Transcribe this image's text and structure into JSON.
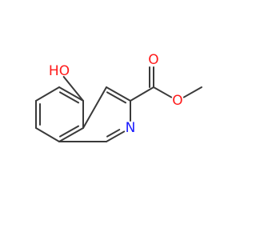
{
  "molecule": {
    "atoms": [
      {
        "id": "c1",
        "element": "C"
      },
      {
        "id": "c2",
        "element": "C"
      },
      {
        "id": "c3",
        "element": "C"
      },
      {
        "id": "c4",
        "element": "C"
      },
      {
        "id": "c5",
        "element": "C"
      },
      {
        "id": "c6",
        "element": "C"
      },
      {
        "id": "c7",
        "element": "C"
      },
      {
        "id": "c8",
        "element": "C"
      },
      {
        "id": "c9",
        "element": "C"
      },
      {
        "id": "n1",
        "element": "N",
        "label": "N",
        "color": "#1a1aff"
      },
      {
        "id": "o5",
        "element": "O",
        "label": "HO",
        "color": "#ff1a1a"
      },
      {
        "id": "cc",
        "element": "C"
      },
      {
        "id": "oc",
        "element": "O",
        "label": "O",
        "color": "#ff1a1a"
      },
      {
        "id": "oe",
        "element": "O",
        "label": "O",
        "color": "#ff1a1a"
      },
      {
        "id": "cme",
        "element": "C"
      }
    ],
    "bonds": [
      {
        "a": "c1",
        "b": "c2",
        "order": 1
      },
      {
        "a": "c2",
        "b": "c3",
        "order": 2
      },
      {
        "a": "c3",
        "b": "c4",
        "order": 1
      },
      {
        "a": "c4",
        "b": "c5",
        "order": 2
      },
      {
        "a": "c5",
        "b": "c6",
        "order": 1
      },
      {
        "a": "c6",
        "b": "c1",
        "order": 2
      },
      {
        "a": "c1",
        "b": "c7",
        "order": 1
      },
      {
        "a": "c7",
        "b": "c8",
        "order": 2
      },
      {
        "a": "c8",
        "b": "n1",
        "order": 1
      },
      {
        "a": "n1",
        "b": "c9",
        "order": 2
      },
      {
        "a": "c9",
        "b": "c6",
        "order": 1
      },
      {
        "a": "c2",
        "b": "o5",
        "order": 1
      },
      {
        "a": "c8",
        "b": "cc",
        "order": 1
      },
      {
        "a": "cc",
        "b": "oc",
        "order": 2
      },
      {
        "a": "cc",
        "b": "oe",
        "order": 1
      },
      {
        "a": "oe",
        "b": "cme",
        "order": 1
      }
    ],
    "colors": {
      "bond": "#3a3a3a"
    }
  }
}
